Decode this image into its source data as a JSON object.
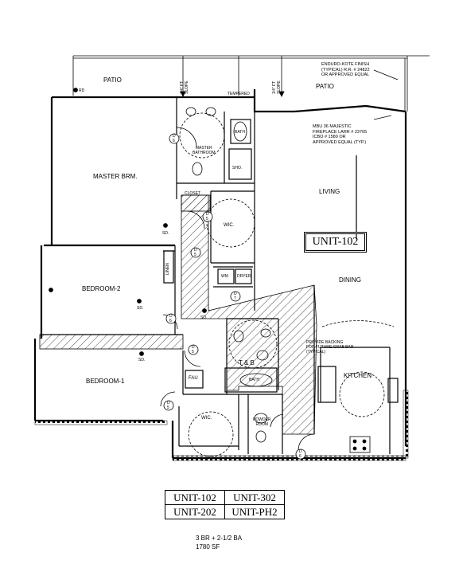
{
  "unit_label": "UNIT-102",
  "rooms": {
    "patio_left": "PATIO",
    "patio_right": "PATIO",
    "master_bedroom": "MASTER BRM.",
    "master_bathroom": "MASTER\nBATHROOM",
    "bath_tub": "BATH",
    "shower": "SHO.",
    "closet": "CLOSET",
    "wic_upper": "WIC.",
    "wic_lower": "WIC.",
    "living": "LIVING",
    "dining": "DINING",
    "bedroom_2": "BEDROOM-2",
    "bedroom_1": "BEDROOM-1",
    "washer": "WM",
    "dryer": "DRYER",
    "t_and_b": "T & B",
    "bath_lower": "BATH",
    "fau": "FAU",
    "powder_room": "POWDER\nROOM",
    "kitchen": "KITCHEN"
  },
  "annotations": {
    "slope_left": "1/4\" FT\nSLOPE",
    "slope_right": "1/4\" FT\nSLOPE",
    "tempered": "TEMPERED",
    "rd": "RD",
    "enduro": "ENDURO-KOTE FINISH\n(TYPICAL) R.R. # 24822\nOR APPROVED EQUAL",
    "fireplace": "MBU 36 MAJESTIC\nFIREPLACE LARR # 23705\nICBO # 1580 OR\nAPPROVED EQUAL (TYP.)",
    "grab_bar": "PROVIDE BACKING\nFOR FUTURE GRAB BAR\n(TYPICAL)",
    "sd_1": "SD.",
    "sd_2": "SD.",
    "sd_3": "SD.",
    "sd_4": "SD.",
    "linen": "LINEN"
  },
  "door_tags": [
    "D\n6",
    "D\n5",
    "D\n5",
    "D\n6",
    "D\n5",
    "D\n5",
    "D\n7",
    "D\n6"
  ],
  "unit_table": [
    [
      "UNIT-102",
      "UNIT-302"
    ],
    [
      "UNIT-202",
      "UNIT-PH2"
    ]
  ],
  "summary": {
    "bedrooms_baths": "3 BR + 2-1/2 BA",
    "area": "1780 SF"
  }
}
